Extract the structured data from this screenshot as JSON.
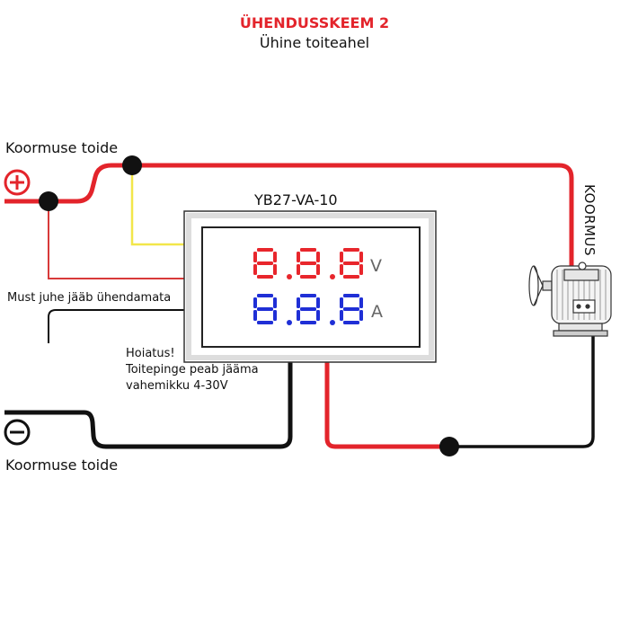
{
  "title": "ÜHENDUSSKEEM 2",
  "subtitle": "Ühine toiteahel",
  "supply_positive_label": "Koormuse toide",
  "supply_negative_label": "Koormuse toide",
  "module_model": "YB27-VA-10",
  "display": {
    "top_reading": "8.8.8",
    "top_unit": "V",
    "bottom_reading": "8.8.8",
    "bottom_unit": "A",
    "top_color": "#e8262c",
    "bottom_color": "#1f2fd6"
  },
  "black_wire_note": "Must juhe jääb ühendamata",
  "warning": [
    "Hoiatus!",
    "Toitepinge peab jääma",
    "vahemikku 4-30V"
  ],
  "load_label": "KOORMUS",
  "colors": {
    "title": "#e3242b",
    "positive_wire": "#e3242b",
    "sense_wire": "#f2e64a",
    "black_wire": "#111111",
    "thin_red_wire": "#d83a3a"
  },
  "icons": [
    "plus-circle-icon",
    "minus-circle-icon",
    "motor-icon"
  ]
}
